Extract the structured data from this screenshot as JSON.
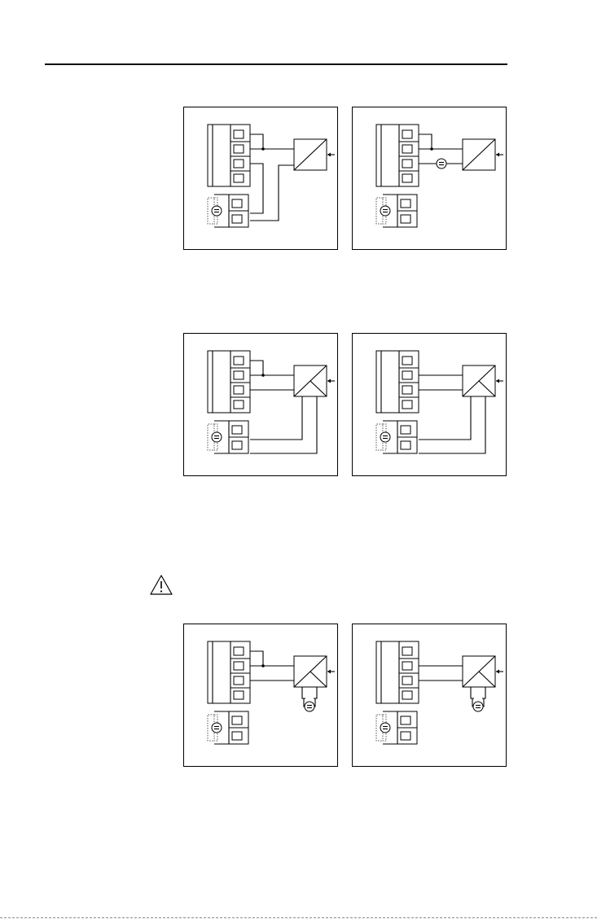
{
  "page": {
    "header_rule": "top-rule",
    "warning": {
      "icon": "warning-triangle-icon",
      "symbol": "!"
    }
  },
  "colors": {
    "line": "#000000",
    "dotted": "#555555",
    "frame": "#000000",
    "background": "#ffffff"
  },
  "diagrams": [
    {
      "id": "d1",
      "connector": "two-connector",
      "wiring": "loop-powered",
      "device": "signal-converter",
      "ground": "ground-symbol"
    },
    {
      "id": "d2",
      "connector": "four-pin",
      "wiring": "inline-supply",
      "device": "signal-converter",
      "ground": "ground-symbol"
    },
    {
      "id": "d3",
      "connector": "two-connector",
      "wiring": "split-supply",
      "device": "isolator",
      "ground": "ground-symbol"
    },
    {
      "id": "d4",
      "connector": "two-connector",
      "wiring": "split-supply-bridge",
      "device": "isolator",
      "ground": "ground-symbol"
    },
    {
      "id": "d5",
      "connector": "four-pin",
      "wiring": "external-supply",
      "device": "isolator",
      "ground": "ground-symbol"
    },
    {
      "id": "d6",
      "connector": "four-pin",
      "wiring": "external-supply-direct",
      "device": "isolator",
      "ground": "ground-symbol"
    }
  ]
}
